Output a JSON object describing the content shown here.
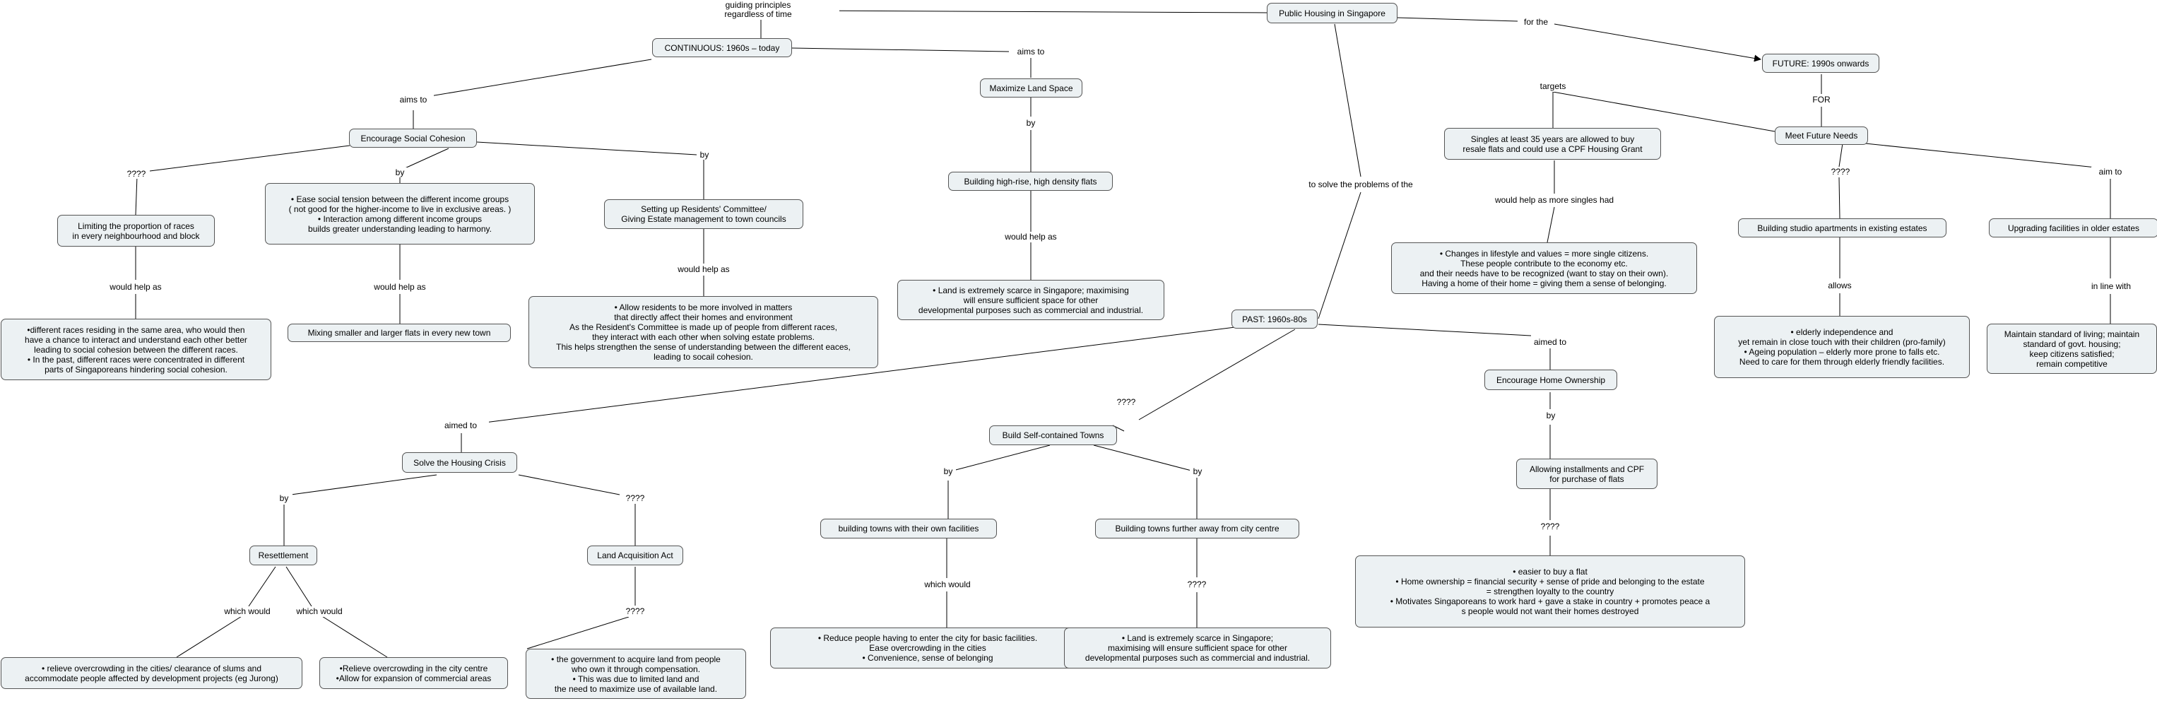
{
  "nodes": {
    "public_housing": "Public Housing in Singapore",
    "continuous": "CONTINUOUS: 1960s – today",
    "future": "FUTURE: 1990s onwards",
    "maximize_land": "Maximize Land Space",
    "high_rise": "Building high-rise, high density flats",
    "land_scarce_1": "•       Land is extremely scarce in Singapore; maximising\nwill ensure sufficient space  for other\ndevelopmental purposes such as commercial and industrial.",
    "social_cohesion": "Encourage Social Cohesion",
    "limiting_races": "Limiting the proportion of races\nin every neighbourhood and block",
    "different_races": "•different races residing in the same area, who would then\nhave a chance to interact and understand each other better\nleading to social cohesion between the different races.\n• In the past, different races were concentrated in different\nparts of Singaporeans hindering social cohesion.",
    "ease_tension": "•     Ease social tension between the different income groups\n( not good for the higher-income to live in exclusive areas. )\n•     Interaction among different income groups\nbuilds greater understanding leading to harmony.",
    "mixing_flats": "Mixing smaller and larger flats in every new town",
    "residents_committee": "Setting up Residents' Committee/\nGiving Estate management to town councils",
    "allow_residents": "•     Allow residents to be more involved in matters\nthat directly affect their homes and environment\nAs the Resident's Committee is made up of people from different races,\nthey interact with each other when solving estate problems.\nThis helps strengthen the sense of understanding between the different eaces,\nleading to socail cohesion.",
    "singles": "Singles at least 35 years are allowed to buy\nresale flats and could use a CPF Housing Grant",
    "changes_lifestyle": "•     Changes in lifestyle and values = more single citizens.\nThese people contribute to the economy etc.\nand their needs have to be recognized (want to stay on their own).\nHaving a home of their home = giving them a sense of belonging.",
    "meet_future": "Meet Future Needs",
    "studio_apartments": "Building studio apartments in existing estates",
    "elderly": "•     elderly independence and\nyet remain in close touch with their children (pro-family)\n•     Ageing population – elderly more prone to falls etc.\nNeed to care for them through elderly friendly facilities.",
    "upgrading": "Upgrading facilities in older estates",
    "maintain_standard": "Maintain standard of living; maintain\nstandard of govt. housing;\nkeep citizens satisfied;\nremain competitive",
    "past": "PAST: 1960s-80s",
    "housing_crisis": "Solve the Housing Crisis",
    "resettlement": "Resettlement",
    "relieve_slums": "• relieve overcrowding in the cities/ clearance of slums and\naccommodate people affected by development projects (eg Jurong)",
    "relieve_centre": "•Relieve overcrowding in the city centre\n•Allow for expansion of commercial areas",
    "land_acquisition": "Land Acquisition Act",
    "govt_acquire": "•     the government to acquire land from people\nwho own it through compensation.\n•     This was due to limited land and\nthe need to maximize use of available land.",
    "self_contained": "Build Self-contained Towns",
    "own_facilities": "building towns with their own facilities",
    "reduce_people": "•     Reduce people having to enter the city for basic facilities.\nEase overcrowding in the cities\n•     Convenience, sense of belonging",
    "further_away": "Building towns further away from city centre",
    "land_scarce_2": "•       Land is extremely scarce in Singapore;\nmaximising will ensure sufficient space  for other\ndevelopmental purposes such as commercial and industrial.",
    "home_ownership": "Encourage Home Ownership",
    "installments": "Allowing installments and CPF\nfor purchase of flats",
    "easier_buy": "•     easier to buy a flat\n•     Home ownership = financial security + sense of pride and belonging to the estate\n= strengthen loyalty to the country\n•     Motivates Singaporeans to work hard + gave a stake in country + promotes peace a\ns people would not want their homes destroyed"
  },
  "links": {
    "guiding": "guiding principles\nregardless of time",
    "for_the": "for the",
    "to_solve": "to solve the problems of the",
    "aims_to_land": "aims to",
    "by_land": "by",
    "would_help_as_land": "would help as",
    "aims_to_social": "aims to",
    "q_limiting": "????",
    "would_help_as_races": "would help as",
    "by_ease": "by",
    "would_help_as_mixing": "would help as",
    "by_rc": "by",
    "would_help_as_rc": "would help as",
    "targets": "targets",
    "would_help_as_singles": "would help as more singles had",
    "for_needs": "FOR",
    "q_studio": "????",
    "allows": "allows",
    "aim_to_upgrade": "aim to",
    "in_line_with": "in line with",
    "aimed_to_crisis": "aimed to",
    "by_resettlement": "by",
    "which_would_1": "which would",
    "which_would_2": "which would",
    "q_land_act": "????",
    "q_govt": "????",
    "q_self": "????",
    "by_own": "by",
    "which_would_3": "which would",
    "by_further": "by",
    "q_scarce": "????",
    "aimed_to_home": "aimed to",
    "by_installments": "by",
    "q_easier": "????"
  }
}
